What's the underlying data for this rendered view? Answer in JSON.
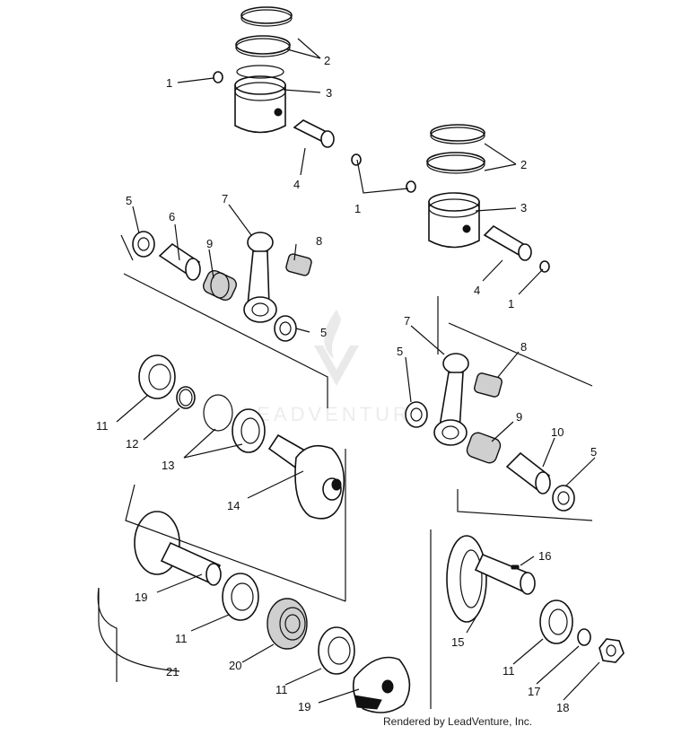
{
  "callouts": [
    "1",
    "2",
    "3",
    "4",
    "5",
    "6",
    "7",
    "8",
    "9",
    "10",
    "11",
    "12",
    "13",
    "14",
    "15",
    "16",
    "17",
    "18",
    "19",
    "20",
    "21"
  ],
  "watermark": {
    "text": "LEADVENTURE"
  },
  "footer": {
    "text": "Rendered by LeadVenture, Inc."
  }
}
